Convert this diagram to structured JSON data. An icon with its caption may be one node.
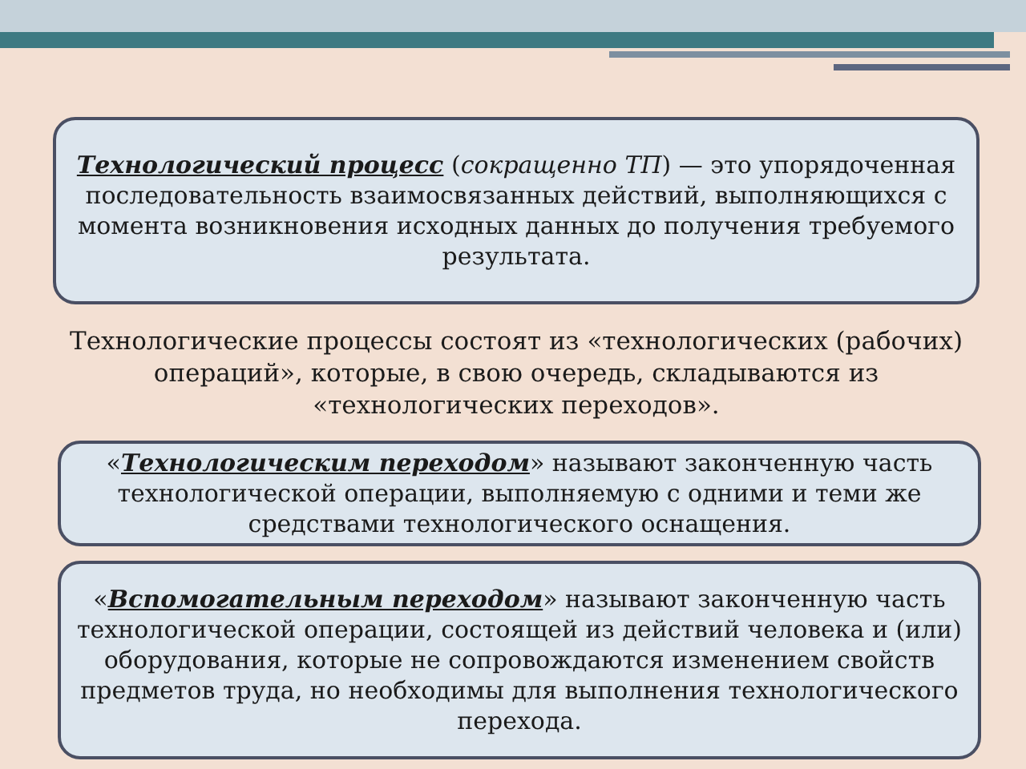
{
  "diagram": {
    "nodes": [
      {
        "text": [
          "**Технологический процесс** (*сокращенно ТП*) — это упорядоченная последовательность взаимосвязанных действий, выполняющихся с момента возникновения исходных данных до получения требуемого результата."
        ]
      },
      {
        "text": [
          "«**Технологическим переходом**» называют законченную часть технологической операции, выполняемую с одними и теми же средствами технологического оснащения."
        ]
      },
      {
        "text": [
          "«**Вспомогательным переходом**» называют законченную часть технологической операции, состоящей из действий человека и (или) оборудования, которые не сопровождаются изменением свойств предметов труда, но необходимы для выполнения технологического перехода."
        ]
      }
    ],
    "labels": [
      "Технологические процессы состоят из «технологических (рабочих) операций», которые, в свою очередь, складываются из «технологических переходов»."
    ]
  }
}
